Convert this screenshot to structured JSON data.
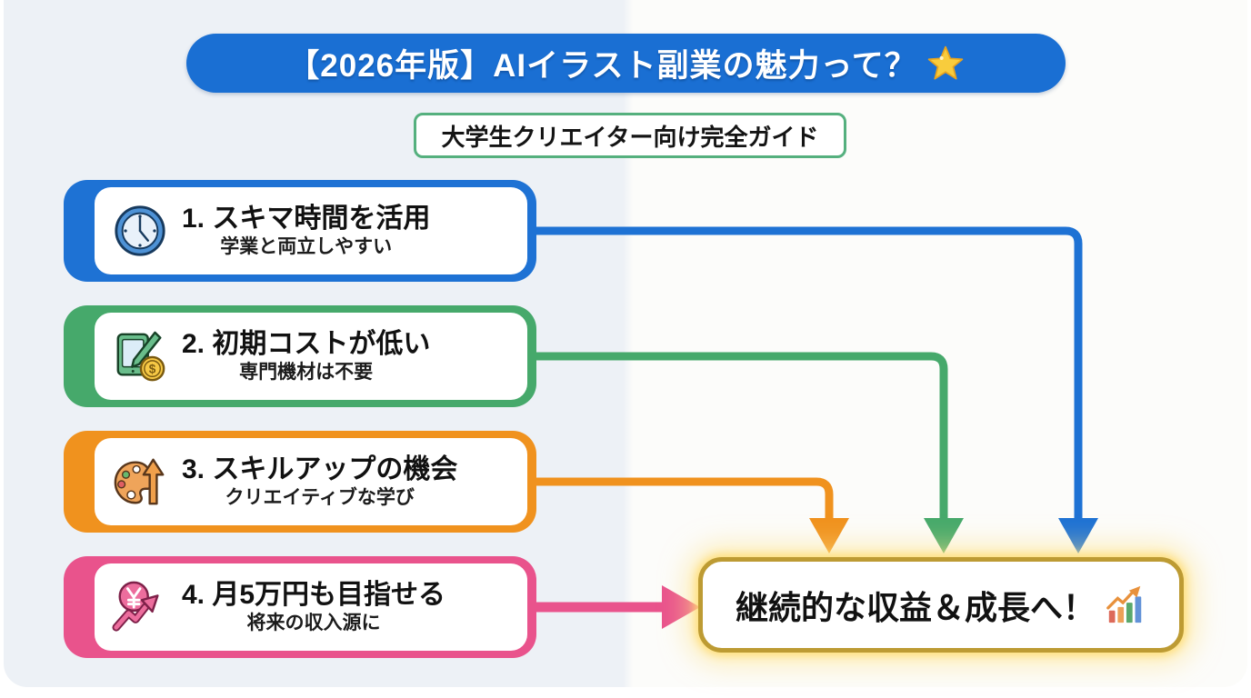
{
  "header": {
    "title": "【2026年版】AIイラスト副業の魅力って？",
    "title_icon": "glowing-star-icon",
    "badge": "大学生クリエイター向け完全ガイド"
  },
  "cards": [
    {
      "title": "1. スキマ時間を活用",
      "subtitle": "学業と両立しやすい",
      "icon": "clock-icon",
      "accent": "#1e72d4"
    },
    {
      "title": "2. 初期コストが低い",
      "subtitle": "専門機材は不要",
      "icon": "tablet-pen-coin-icon",
      "accent": "#46a96b"
    },
    {
      "title": "3. スキルアップの機会",
      "subtitle": "クリエイティブな学び",
      "icon": "palette-up-arrow-icon",
      "accent": "#f0921e"
    },
    {
      "title": "4. 月5万円も目指せる",
      "subtitle": "将来の収入源に",
      "icon": "yen-growth-icon",
      "accent": "#e9538c"
    }
  ],
  "result": {
    "text": "継続的な収益＆成長へ！",
    "icon": "chart-increasing-icon",
    "border_color": "#bd9b33",
    "glow_color": "#ffe27a"
  },
  "colors": {
    "blue": "#1e72d4",
    "green": "#46a96b",
    "orange": "#f0921e",
    "pink": "#e9538c",
    "gold": "#bd9b33",
    "bg_left": "#edf1f6",
    "bg_right": "#fcfcfa"
  }
}
